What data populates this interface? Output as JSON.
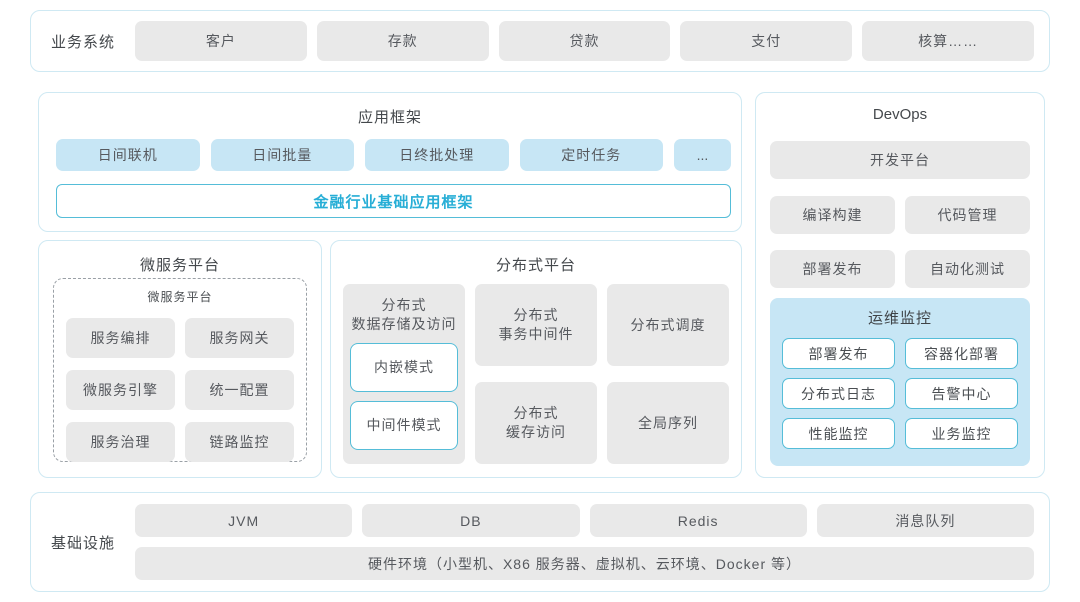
{
  "business": {
    "label": "业务系统",
    "items": [
      "客户",
      "存款",
      "贷款",
      "支付",
      "核算……"
    ]
  },
  "app_framework": {
    "title": "应用框架",
    "items": [
      "日间联机",
      "日间批量",
      "日终批处理",
      "定时任务",
      "..."
    ],
    "base": "金融行业基础应用框架"
  },
  "microservice": {
    "title": "微服务平台",
    "inner_title": "微服务平台",
    "items": [
      "服务编排",
      "服务网关",
      "微服务引擎",
      "统一配置",
      "服务治理",
      "链路监控"
    ]
  },
  "distributed": {
    "title": "分布式平台",
    "storage": {
      "label": "分布式\n数据存储及访问",
      "modes": [
        "内嵌模式",
        "中间件模式"
      ]
    },
    "middle": [
      "分布式\n事务中间件",
      "分布式\n缓存访问"
    ],
    "right": [
      "分布式调度",
      "全局序列"
    ]
  },
  "devops": {
    "title": "DevOps",
    "platform": "开发平台",
    "items": [
      "编译构建",
      "代码管理",
      "部署发布",
      "自动化测试"
    ],
    "monitor": {
      "title": "运维监控",
      "items": [
        "部署发布",
        "容器化部署",
        "分布式日志",
        "告警中心",
        "性能监控",
        "业务监控"
      ]
    }
  },
  "infrastructure": {
    "label": "基础设施",
    "items": [
      "JVM",
      "DB",
      "Redis",
      "消息队列"
    ],
    "hardware": "硬件环境（小型机、X86 服务器、虚拟机、云环境、Docker 等）"
  },
  "colors": {
    "accent_teal_text": "#27aed6",
    "teal_border": "#55bdd8",
    "light_blue_fill": "#c7e6f5",
    "panel_border": "#cfe9f3",
    "gray_fill": "#e9e9e9"
  }
}
